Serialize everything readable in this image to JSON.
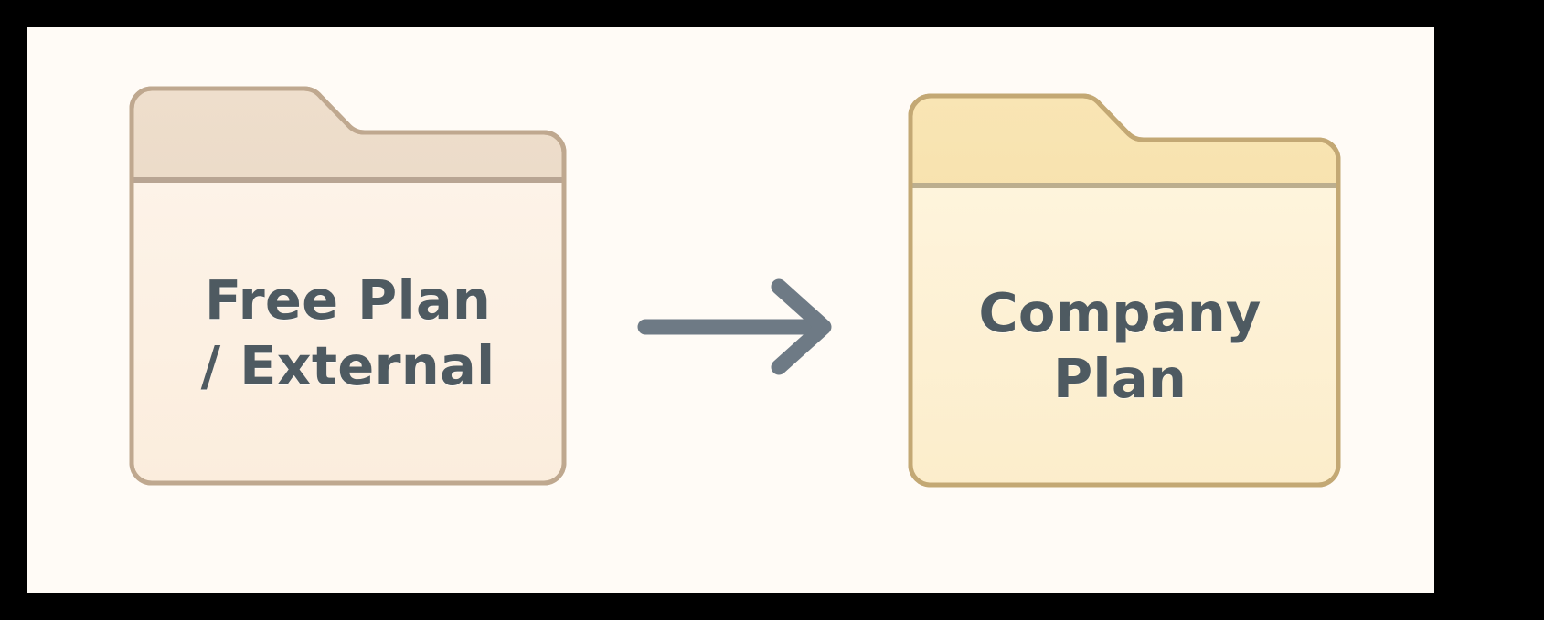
{
  "diagram": {
    "type": "flow",
    "title": "Free Plan / External to Company Plan migration",
    "background_color": "#FFFBF6",
    "frame_color": "#000000",
    "nodes": [
      {
        "id": "source",
        "icon": "folder-icon",
        "label": "Free Plan\n/ External",
        "label_line_1": "Free Plan",
        "label_line_2": "/ External",
        "tab_color": "#EAD9C5",
        "body_color": "#FCF0E2",
        "border_color": "#BFA88F",
        "divider_color": "#B8A593",
        "text_color": "#4E5A61"
      },
      {
        "id": "target",
        "icon": "folder-icon",
        "label": "Company\nPlan",
        "label_line_1": "Company",
        "label_line_2": "Plan",
        "tab_color": "#F6DFA8",
        "body_color": "#FDF0D3",
        "border_color": "#C3A874",
        "divider_color": "#BCAE8E",
        "text_color": "#4E5A61"
      }
    ],
    "connector": {
      "id": "migration-arrow",
      "icon": "arrow-right-icon",
      "direction": "right",
      "from": "source",
      "to": "target",
      "color": "#6E7A85",
      "label": ""
    }
  }
}
